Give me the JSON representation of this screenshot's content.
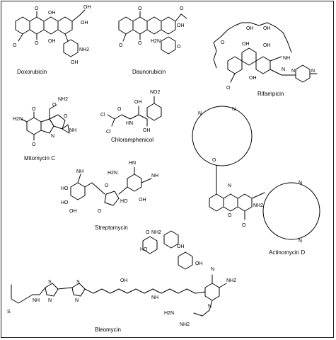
{
  "figure": {
    "compounds": [
      {
        "id": "doxorubicin",
        "name": "Doxorubicin"
      },
      {
        "id": "daunorubicin",
        "name": "Daunorubicin"
      },
      {
        "id": "rifampicin",
        "name": "Rifampicin"
      },
      {
        "id": "mitomycin",
        "name": "Mitomycin C"
      },
      {
        "id": "chloramphenicol",
        "name": "Chloramphenicol"
      },
      {
        "id": "streptomycin",
        "name": "Streptomycin"
      },
      {
        "id": "actinomycin",
        "name": "Actinomycin D"
      },
      {
        "id": "bleomycin",
        "name": "Bleomycin"
      }
    ]
  },
  "atom_labels": {
    "O": "O",
    "OH": "OH",
    "HO": "HO",
    "NH2": "NH2",
    "H2N": "H2N",
    "NH": "NH",
    "N": "N",
    "HN": "HN",
    "S": "S",
    "Cl": "Cl",
    "NO2": "NO2"
  }
}
